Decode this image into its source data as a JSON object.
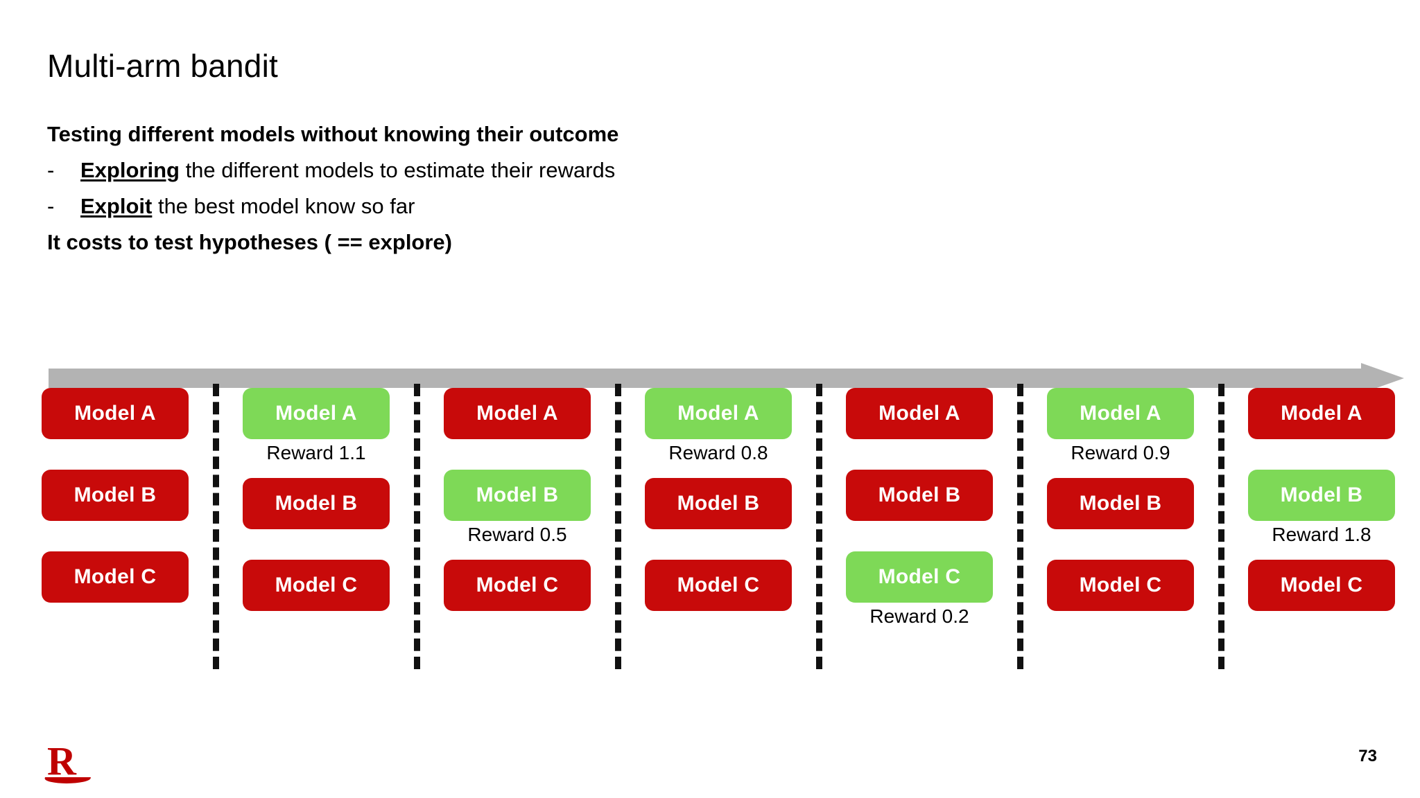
{
  "slide": {
    "title": "Multi-arm bandit",
    "page_number": "73",
    "logo_letter": "R"
  },
  "body": {
    "headline": "Testing different models without knowing their outcome",
    "bullets": [
      {
        "marker": "-",
        "keyword": "Exploring",
        "rest": " the different models to estimate their rewards"
      },
      {
        "marker": "-",
        "keyword": "Exploit",
        "rest": " the best model know so far"
      }
    ],
    "footnote": "It costs to test hypotheses ( == explore)"
  },
  "timeline": {
    "arrow_direction": "right",
    "colors": {
      "selected": "#7ed957",
      "unselected": "#c80a0a",
      "arrow": "#b3b3b3"
    },
    "steps": [
      {
        "models": [
          {
            "label": "Model A",
            "state": "unselected",
            "reward": null
          },
          {
            "label": "Model B",
            "state": "unselected",
            "reward": null
          },
          {
            "label": "Model C",
            "state": "unselected",
            "reward": null
          }
        ]
      },
      {
        "models": [
          {
            "label": "Model A",
            "state": "selected",
            "reward": "Reward 1.1"
          },
          {
            "label": "Model B",
            "state": "unselected",
            "reward": null
          },
          {
            "label": "Model C",
            "state": "unselected",
            "reward": null
          }
        ]
      },
      {
        "models": [
          {
            "label": "Model A",
            "state": "unselected",
            "reward": null
          },
          {
            "label": "Model B",
            "state": "selected",
            "reward": "Reward 0.5"
          },
          {
            "label": "Model C",
            "state": "unselected",
            "reward": null
          }
        ]
      },
      {
        "models": [
          {
            "label": "Model A",
            "state": "selected",
            "reward": "Reward 0.8"
          },
          {
            "label": "Model B",
            "state": "unselected",
            "reward": null
          },
          {
            "label": "Model C",
            "state": "unselected",
            "reward": null
          }
        ]
      },
      {
        "models": [
          {
            "label": "Model A",
            "state": "unselected",
            "reward": null
          },
          {
            "label": "Model B",
            "state": "unselected",
            "reward": null
          },
          {
            "label": "Model C",
            "state": "selected",
            "reward": "Reward 0.2"
          }
        ]
      },
      {
        "models": [
          {
            "label": "Model A",
            "state": "selected",
            "reward": "Reward 0.9"
          },
          {
            "label": "Model B",
            "state": "unselected",
            "reward": null
          },
          {
            "label": "Model C",
            "state": "unselected",
            "reward": null
          }
        ]
      },
      {
        "models": [
          {
            "label": "Model A",
            "state": "unselected",
            "reward": null
          },
          {
            "label": "Model B",
            "state": "selected",
            "reward": "Reward 1.8"
          },
          {
            "label": "Model C",
            "state": "unselected",
            "reward": null
          }
        ]
      }
    ]
  }
}
